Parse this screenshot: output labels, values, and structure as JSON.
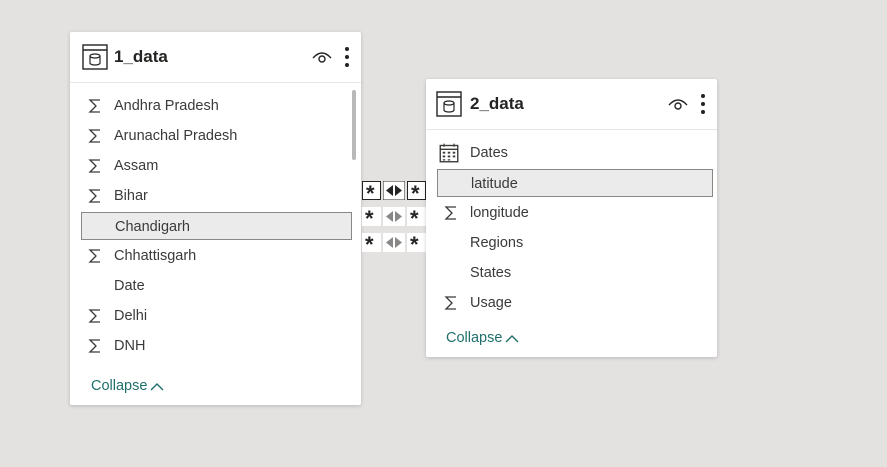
{
  "table1": {
    "title": "1_data",
    "fields": [
      {
        "label": "Andhra Pradesh",
        "icon": "sigma-icon"
      },
      {
        "label": "Arunachal Pradesh",
        "icon": "sigma-icon"
      },
      {
        "label": "Assam",
        "icon": "sigma-icon"
      },
      {
        "label": "Bihar",
        "icon": "sigma-icon"
      },
      {
        "label": "Chandigarh",
        "icon": "none",
        "selected": true
      },
      {
        "label": "Chhattisgarh",
        "icon": "sigma-icon"
      },
      {
        "label": "Date",
        "icon": "none"
      },
      {
        "label": "Delhi",
        "icon": "sigma-icon"
      },
      {
        "label": "DNH",
        "icon": "sigma-icon"
      }
    ],
    "collapse_label": "Collapse"
  },
  "table2": {
    "title": "2_data",
    "fields": [
      {
        "label": "Dates",
        "icon": "calendar-icon"
      },
      {
        "label": "latitude",
        "icon": "none",
        "selected": true
      },
      {
        "label": "longitude",
        "icon": "sigma-icon"
      },
      {
        "label": "Regions",
        "icon": "none"
      },
      {
        "label": "States",
        "icon": "none"
      },
      {
        "label": "Usage",
        "icon": "sigma-icon"
      }
    ],
    "collapse_label": "Collapse"
  },
  "relationships": [
    {
      "from_cardinality": "*",
      "to_cardinality": "*",
      "cross_filter": "both",
      "active": true
    },
    {
      "from_cardinality": "*",
      "to_cardinality": "*",
      "cross_filter": "both",
      "active": false
    },
    {
      "from_cardinality": "*",
      "to_cardinality": "*",
      "cross_filter": "both",
      "active": false
    }
  ],
  "colors": {
    "canvas": "#e3e2e1",
    "card": "#ffffff",
    "link": "#1f6f6b",
    "text": "#3b3a39",
    "selected_bg": "#ebebeb"
  }
}
